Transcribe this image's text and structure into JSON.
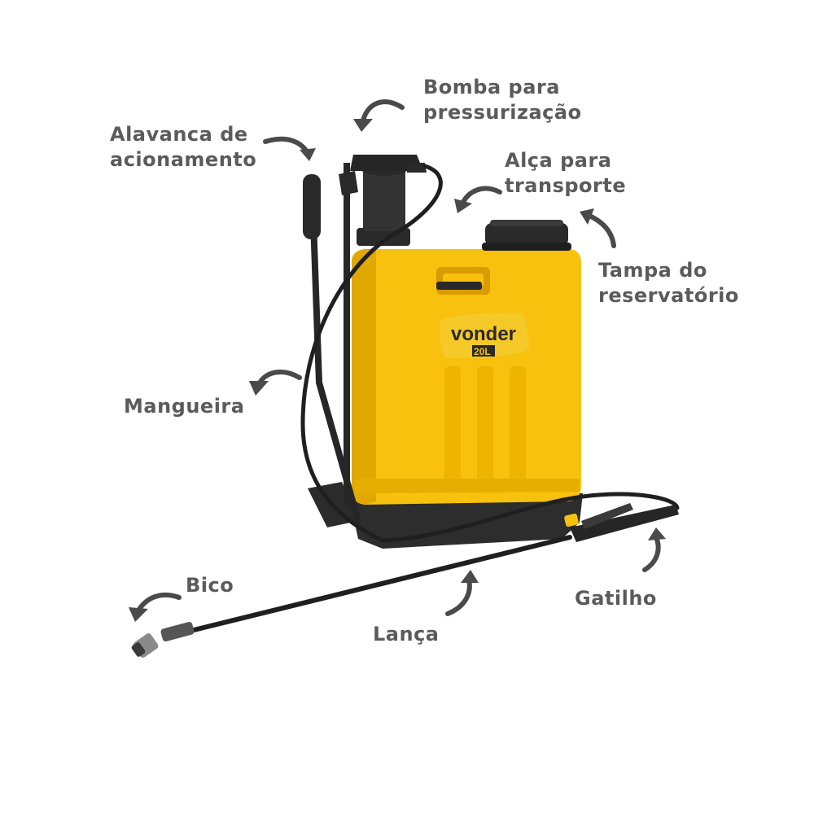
{
  "brand": {
    "name": "vonder",
    "capacity": "20L"
  },
  "colors": {
    "tank": "#F7C10D",
    "tank_shade": "#E0A800",
    "plastic_black": "#2a2a2a",
    "label_text": "#5b5b5b",
    "arrow": "#4a4a4a"
  },
  "labels": {
    "bomba": [
      "Bomba para",
      "pressurização"
    ],
    "alavanca": [
      "Alavanca de",
      "acionamento"
    ],
    "alca": [
      "Alça para",
      "transporte"
    ],
    "tampa": [
      "Tampa do",
      "reservatório"
    ],
    "mangueira": "Mangueira",
    "bico": "Bico",
    "lanca": "Lança",
    "gatilho": "Gatilho"
  }
}
